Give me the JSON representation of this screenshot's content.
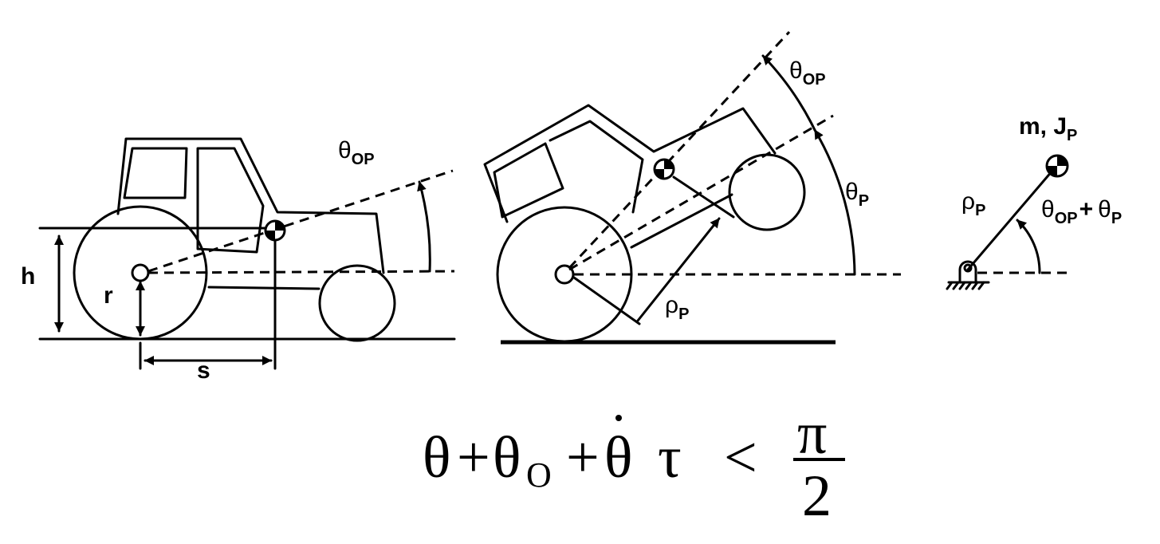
{
  "labels": {
    "h": "h",
    "r": "r",
    "s": "s",
    "theta": "θ",
    "rho": "ρ",
    "sub_op": "OP",
    "sub_p": "P",
    "plus": "+",
    "mass": "m, J",
    "mass_sub": "P"
  },
  "inequality": {
    "theta": "θ",
    "plus1": "+",
    "theta0": "θ",
    "sub_o": "O",
    "plus2": "+",
    "theta_dot": "θ",
    "dot": "·",
    "tau": "τ",
    "less": "<",
    "numerator": "π",
    "denominator": "2"
  },
  "colors": {
    "ink": "#000000",
    "background": "#ffffff"
  }
}
